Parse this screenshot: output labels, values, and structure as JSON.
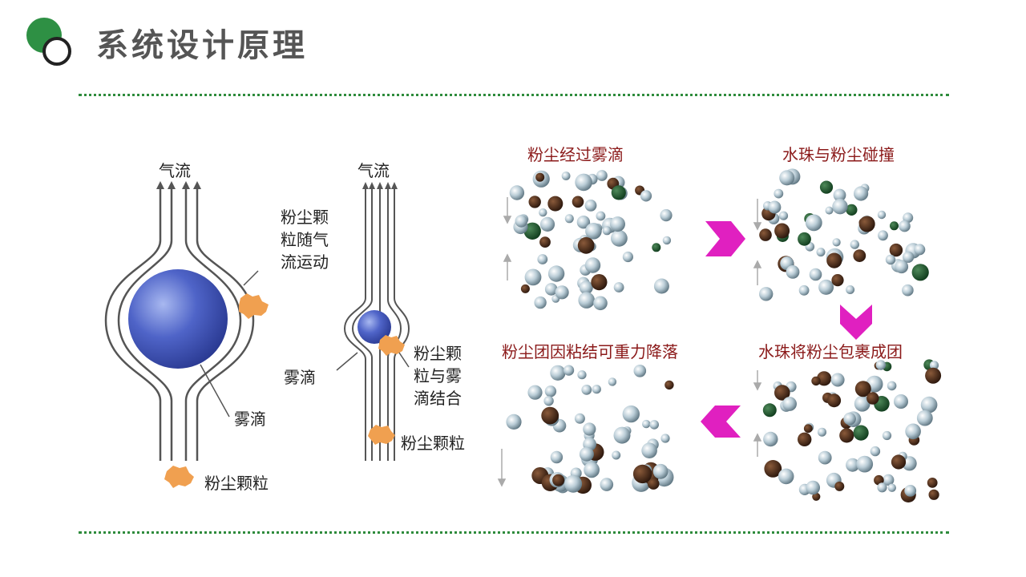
{
  "page": {
    "title": "系统设计原理"
  },
  "left_diagram": {
    "airflow_label": "气流",
    "dust_follow_lines": [
      "粉尘颗",
      "粒随气",
      "流运动"
    ],
    "droplet_label": "雾滴",
    "dust_particle_label": "粉尘颗粒"
  },
  "middle_diagram": {
    "airflow_label": "气流",
    "droplet_label": "雾滴",
    "combine_lines": [
      "粉尘颗",
      "粒与雾",
      "滴结合"
    ],
    "dust_particle_label": "粉尘颗粒"
  },
  "process_panels": {
    "top_left": "粉尘经过雾滴",
    "top_right": "水珠与粉尘碰撞",
    "bottom_right": "水珠将粉尘包裹成团",
    "bottom_left": "粉尘团因粘结可重力降落"
  },
  "colors": {
    "accent_green": "#2e8b3c",
    "arrow_magenta": "#e020c0",
    "droplet_blue": "#3a4fb0",
    "dust_orange": "#f0a050",
    "panel_title_red": "#8b1a1a"
  }
}
